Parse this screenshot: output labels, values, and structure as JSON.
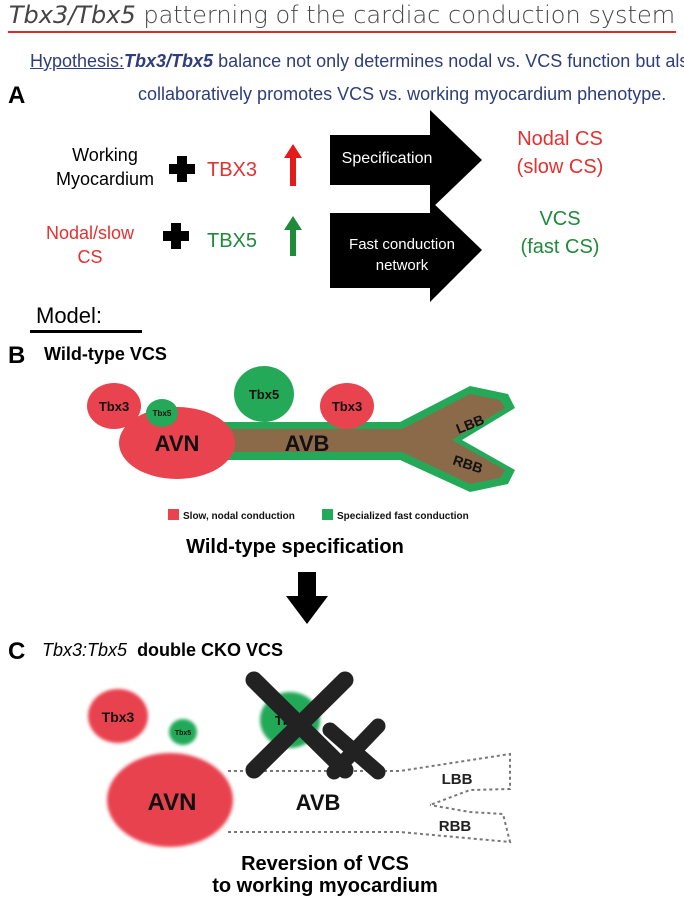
{
  "title_italic": "Tbx3/Tbx5",
  "title_rest": " patterning of the cardiac conduction system",
  "hypothesis": {
    "label": "Hypothesis:",
    "italic": "Tbx3/Tbx5",
    "line1_rest": " balance not only determines nodal vs. VCS function but also",
    "line2": "collaboratively promotes VCS vs. working myocardium phenotype."
  },
  "panel_a": {
    "letter": "A",
    "row1": {
      "input_line1": "Working",
      "input_line2": "Myocardium",
      "factor": "TBX3",
      "arrow_label": "Specification",
      "output_line1": "Nodal CS",
      "output_line2": "(slow CS)"
    },
    "row2": {
      "input_line1": "Nodal/slow",
      "input_line2": "CS",
      "factor": "TBX5",
      "arrow_label_line1": "Fast conduction",
      "arrow_label_line2": "network",
      "output_line1": "VCS",
      "output_line2": "(fast CS)"
    }
  },
  "model_label": "Model:",
  "panel_b": {
    "letter": "B",
    "title": "Wild-type VCS",
    "bubbles": [
      "Tbx3",
      "Tbx5",
      "Tbx5",
      "Tbx3"
    ],
    "regions": [
      "AVN",
      "AVB",
      "LBB",
      "RBB"
    ],
    "legend": [
      {
        "label": "Slow, nodal conduction",
        "color": "#e8434f"
      },
      {
        "label": "Specialized fast conduction",
        "color": "#24a958"
      }
    ],
    "caption": "Wild-type specification"
  },
  "panel_c": {
    "letter": "C",
    "title_italic": "Tbx3:Tbx5",
    "title_rest": "double CKO VCS",
    "bubbles": [
      "Tbx3",
      "Tbx5",
      "Tbx5"
    ],
    "regions": [
      "AVN",
      "AVB",
      "LBB",
      "RBB"
    ],
    "caption_line1": "Reversion of VCS",
    "caption_line2": "to working myocardium"
  },
  "colors": {
    "nodal_red": "#e8434f",
    "fast_green": "#24a958",
    "bundle_brown": "#8b6a4a",
    "text_red": "#e63030",
    "text_green": "#1f8a3a",
    "hyp_blue": "#2f3d7a"
  }
}
